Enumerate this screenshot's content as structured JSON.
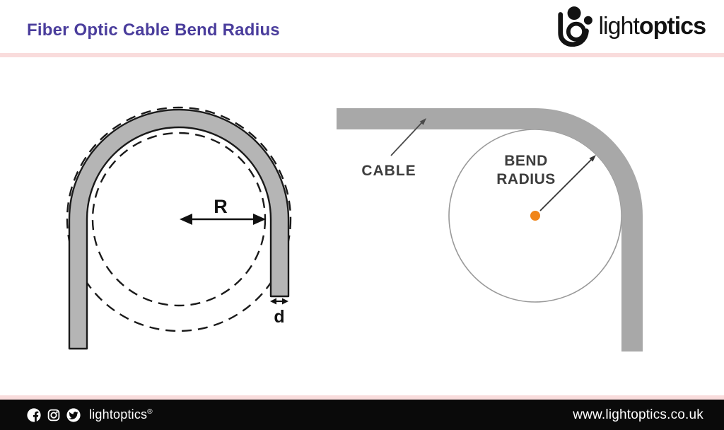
{
  "header": {
    "title": "Fiber Optic Cable Bend Radius",
    "logo": {
      "brand_light": "light",
      "brand_bold": "optics"
    }
  },
  "diagram_left": {
    "radius_label": "R",
    "diameter_label": "d"
  },
  "diagram_right": {
    "cable_label": "CABLE",
    "bend_label_line1": "BEND",
    "bend_label_line2": "RADIUS"
  },
  "footer": {
    "social_icons": [
      "facebook-icon",
      "instagram-icon",
      "twitter-icon"
    ],
    "brand": "lightoptics",
    "registered_mark": "®",
    "website": "www.lightoptics.co.uk"
  },
  "colors": {
    "title_purple": "#4a3d9c",
    "divider_pink": "#f9dcdc",
    "cable_gray_outlined": "#b5b5b5",
    "cable_gray_flat": "#a8a8a8",
    "outline_black": "#1a1a1a",
    "label_dark_gray": "#3d3d3d",
    "center_dot_orange": "#f08519",
    "footer_black": "#0a0a0a"
  }
}
